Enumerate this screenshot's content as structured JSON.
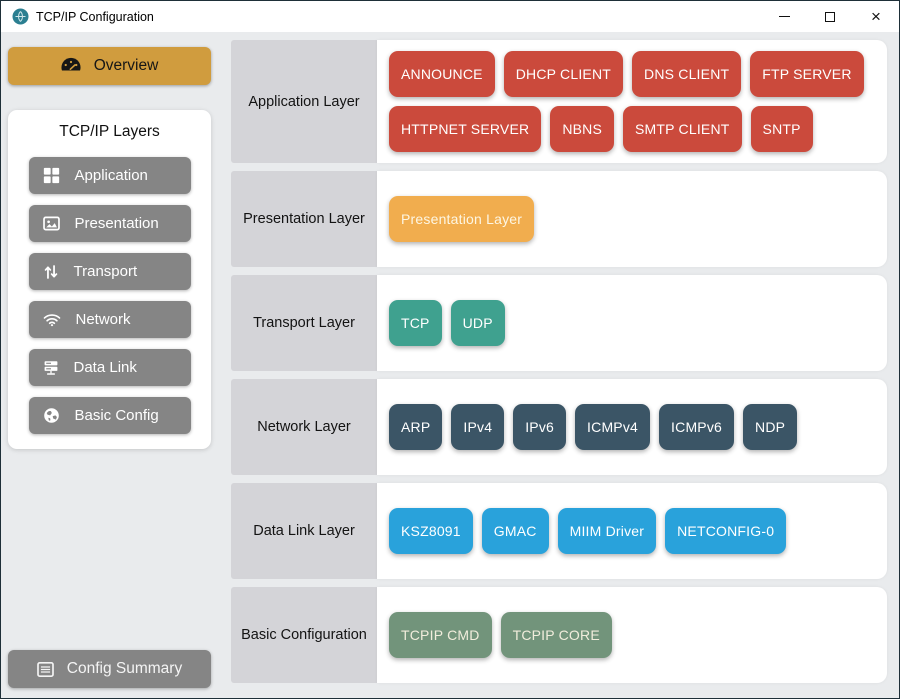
{
  "window": {
    "title": "TCP/IP Configuration",
    "controls": [
      "minimize",
      "maximize",
      "close"
    ]
  },
  "sidebar": {
    "overview_label": "Overview",
    "layers_title": "TCP/IP Layers",
    "items": [
      {
        "label": "Application",
        "icon": "grid-icon"
      },
      {
        "label": "Presentation",
        "icon": "image-icon"
      },
      {
        "label": "Transport",
        "icon": "arrows-up-down-icon"
      },
      {
        "label": "Network",
        "icon": "wifi-icon"
      },
      {
        "label": "Data Link",
        "icon": "server-icon"
      },
      {
        "label": "Basic Config",
        "icon": "globe-icon"
      }
    ],
    "config_summary_label": "Config Summary"
  },
  "main": {
    "rows": [
      {
        "label": "Application Layer",
        "button_color": "#cb4a3c",
        "buttons": [
          "ANNOUNCE",
          "DHCP CLIENT",
          "DNS CLIENT",
          "FTP SERVER",
          "HTTPNET SERVER",
          "NBNS",
          "SMTP CLIENT",
          "SNTP"
        ]
      },
      {
        "label": "Presentation Layer",
        "button_color": "#f1ad4e",
        "button_text_color": "#fdf6e3",
        "buttons": [
          "Presentation Layer"
        ]
      },
      {
        "label": "Transport Layer",
        "button_color": "#3fa18f",
        "buttons": [
          "TCP",
          "UDP"
        ]
      },
      {
        "label": "Network Layer",
        "button_color": "#3b5566",
        "buttons": [
          "ARP",
          "IPv4",
          "IPv6",
          "ICMPv4",
          "ICMPv6",
          "NDP"
        ]
      },
      {
        "label": "Data Link Layer",
        "button_color": "#29a2db",
        "buttons": [
          "KSZ8091",
          "GMAC",
          "MIIM Driver",
          "NETCONFIG-0"
        ]
      },
      {
        "label": "Basic Configuration",
        "button_color": "#72947b",
        "button_text_color": "#f1eddc",
        "buttons": [
          "TCPIP CMD",
          "TCPIP CORE"
        ]
      }
    ]
  },
  "colors": {
    "accent_gold": "#d09c3e",
    "sidebar_button_gray": "#858585",
    "label_cell_gray": "#d4d4d8",
    "background_gray": "#e9ebed",
    "titlebar_white": "#ffffff",
    "button_text_default": "#ffffff",
    "app_icon_teal": "#2b7f91"
  }
}
